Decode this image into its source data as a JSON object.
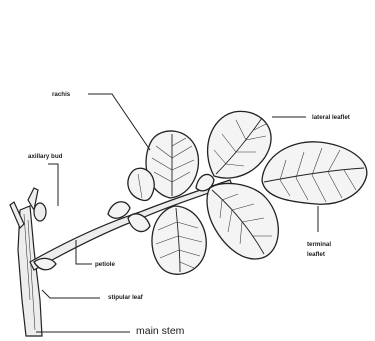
{
  "labels": {
    "rachis": "rachis",
    "axillary_bud": "axillary bud",
    "lateral_leaflet": "lateral leaflet",
    "terminal_leaflet_line1": "terminal",
    "terminal_leaflet_line2": "leaflet",
    "petiole": "petiole",
    "stipular_leaf": "stipular leaf",
    "main_stem": "main stem"
  }
}
